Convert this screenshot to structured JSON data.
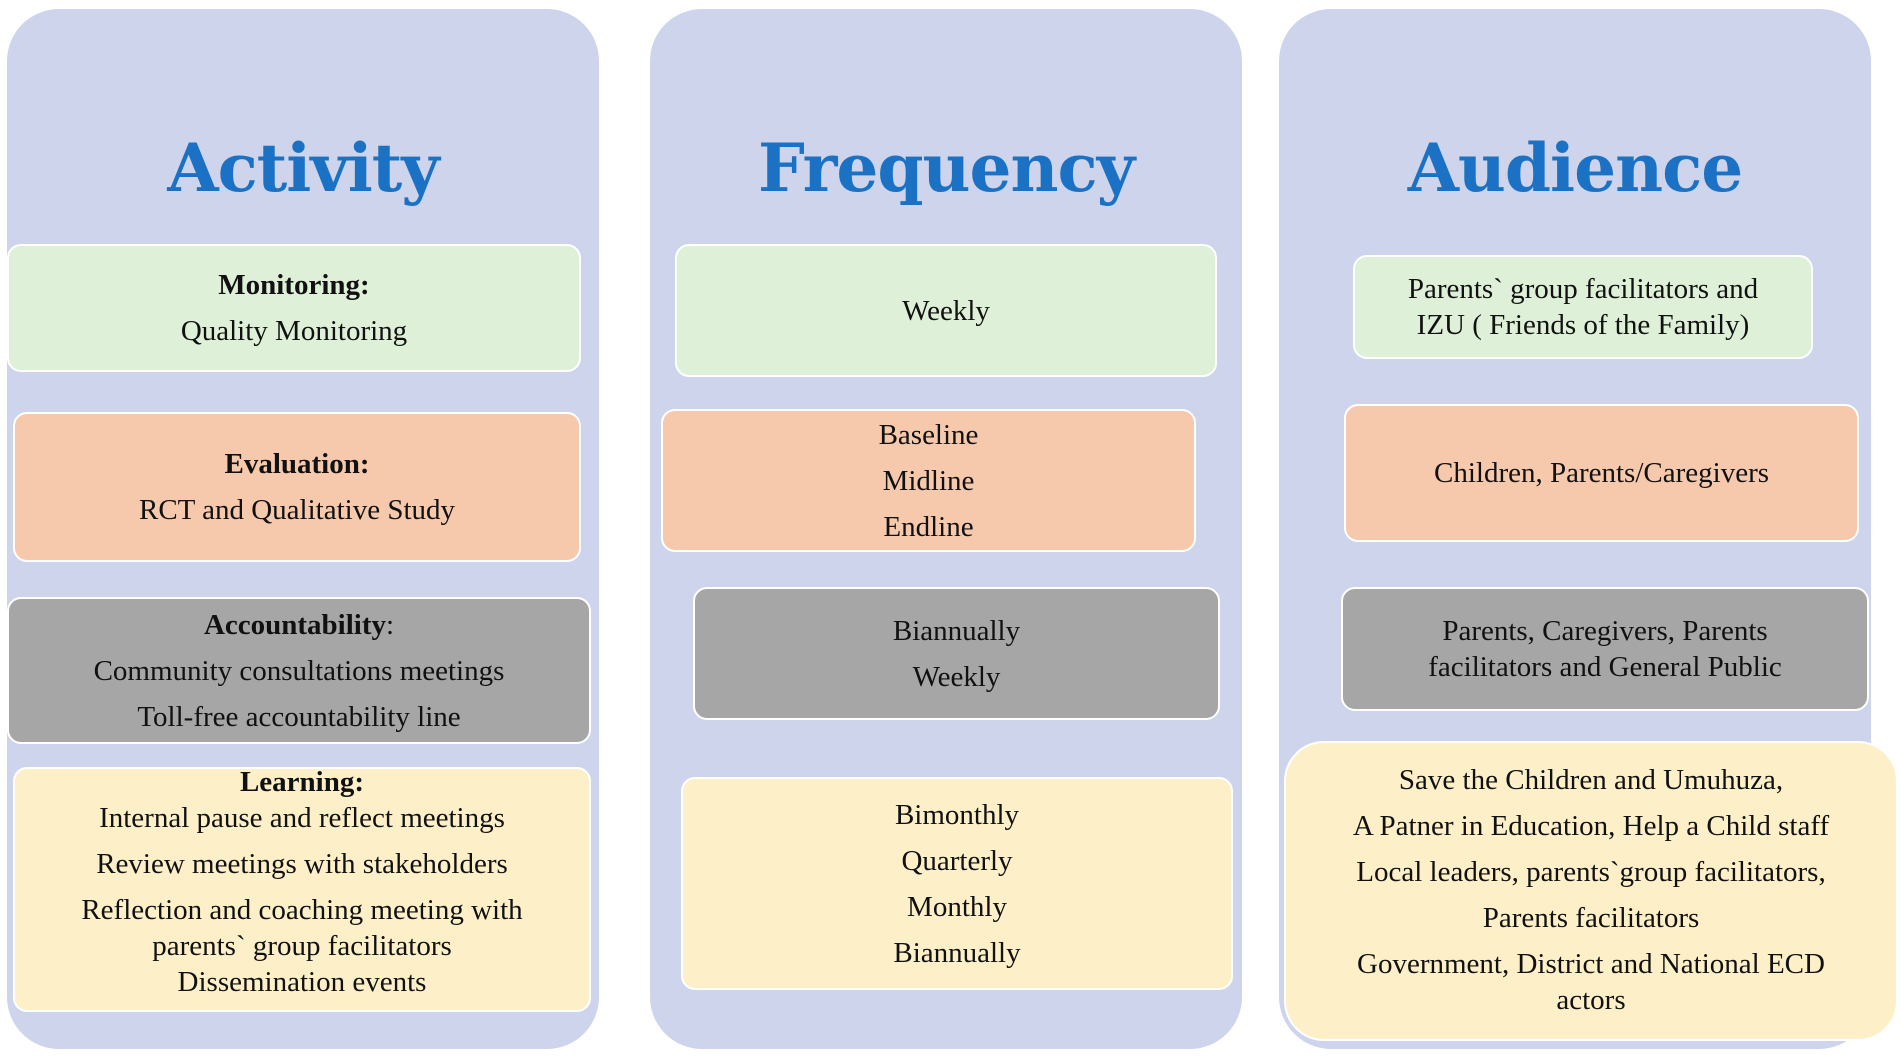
{
  "columns": {
    "activity": {
      "title": "Activity",
      "boxes": {
        "monitoring": {
          "heading": "Monitoring:",
          "lines": [
            "Quality Monitoring"
          ]
        },
        "evaluation": {
          "heading": "Evaluation:",
          "lines": [
            "RCT and Qualitative Study"
          ]
        },
        "accountability": {
          "heading": "Accountability",
          "heading_suffix": ":",
          "lines": [
            "Community consultations meetings",
            "Toll-free accountability line"
          ]
        },
        "learning": {
          "heading": "Learning:",
          "lines": [
            "Internal pause and reflect meetings",
            "Review meetings with stakeholders",
            "Reflection and coaching meeting with",
            "parents` group facilitators",
            "Dissemination events"
          ]
        }
      }
    },
    "frequency": {
      "title": "Frequency",
      "boxes": {
        "monitoring": {
          "lines": [
            "Weekly"
          ]
        },
        "evaluation": {
          "lines": [
            "Baseline",
            "Midline",
            "Endline"
          ]
        },
        "accountability": {
          "lines": [
            "Biannually",
            "Weekly"
          ]
        },
        "learning": {
          "lines": [
            "Bimonthly",
            "Quarterly",
            "Monthly",
            "Biannually"
          ]
        }
      }
    },
    "audience": {
      "title": "Audience",
      "boxes": {
        "monitoring": {
          "lines": [
            "Parents` group facilitators and",
            "IZU ( Friends of the Family)"
          ]
        },
        "evaluation": {
          "lines": [
            "Children, Parents/Caregivers"
          ]
        },
        "accountability": {
          "lines": [
            "Parents, Caregivers, Parents",
            "facilitators and General Public"
          ]
        },
        "learning": {
          "lines": [
            "Save the Children and Umuhuza,",
            "A Patner in Education, Help a Child staff",
            "Local leaders, parents`group facilitators,",
            "Parents facilitators",
            "Government, District and National ECD",
            "actors"
          ]
        }
      }
    }
  },
  "colors": {
    "column_bg": "#cdd4ec",
    "title": "#1b72c4",
    "monitoring": "#dff0d8",
    "evaluation": "#f6c9ad",
    "accountability": "#a6a6a6",
    "learning": "#fdf0c9"
  }
}
